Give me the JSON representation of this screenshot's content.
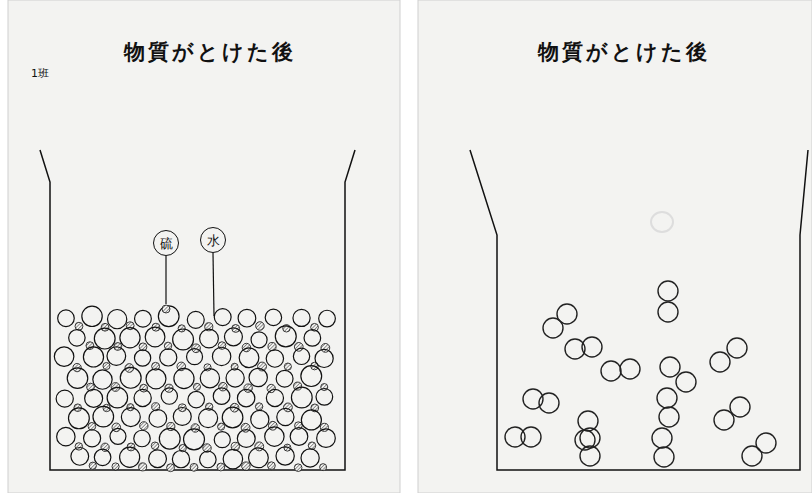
{
  "diagram": {
    "title": "物質がとけた後",
    "nodes": [
      {
        "text": [
          "硫"
        ]
      },
      {
        "text": [
          "水"
        ]
      }
    ],
    "labels": [
      "物質がとけた後",
      "1班"
    ]
  }
}
